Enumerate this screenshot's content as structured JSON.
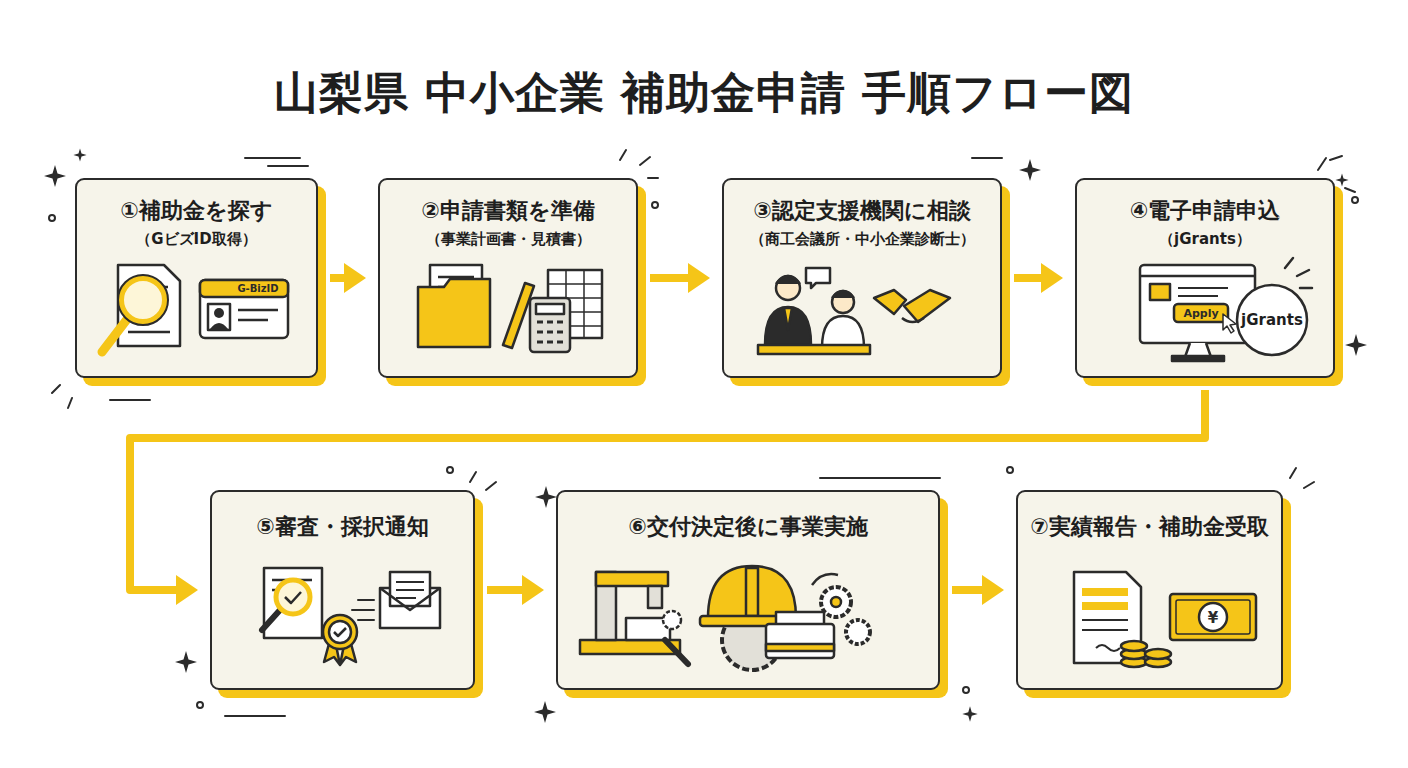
{
  "diagram": {
    "title": "山梨県 中小企業 補助金申請 手順フロー図",
    "nodes": [
      {
        "text": [
          "①補助金を探す",
          "（GビズID取得）"
        ]
      },
      {
        "text": [
          "②申請書類を準備",
          "（事業計画書・見積書）"
        ]
      },
      {
        "text": [
          "③認定支援機関に相談",
          "（商工会議所・中小企業診断士）"
        ]
      },
      {
        "text": [
          "④電子申請申込",
          "（jGrants）"
        ]
      },
      {
        "text": [
          "⑤審査・採択通知"
        ]
      },
      {
        "text": [
          "⑥交付決定後に事業実施"
        ]
      },
      {
        "text": [
          "⑦実績報告・補助金受取"
        ]
      }
    ],
    "edges": [
      {
        "from": 0,
        "to": 1,
        "arrow": "to"
      },
      {
        "from": 1,
        "to": 2,
        "arrow": "to"
      },
      {
        "from": 2,
        "to": 3,
        "arrow": "to"
      },
      {
        "from": 3,
        "to": 4,
        "arrow": "to"
      },
      {
        "from": 4,
        "to": 5,
        "arrow": "to"
      },
      {
        "from": 5,
        "to": 6,
        "arrow": "to"
      }
    ],
    "labels": [
      "G-BizID",
      "Apply",
      "jGrants",
      "¥"
    ]
  }
}
